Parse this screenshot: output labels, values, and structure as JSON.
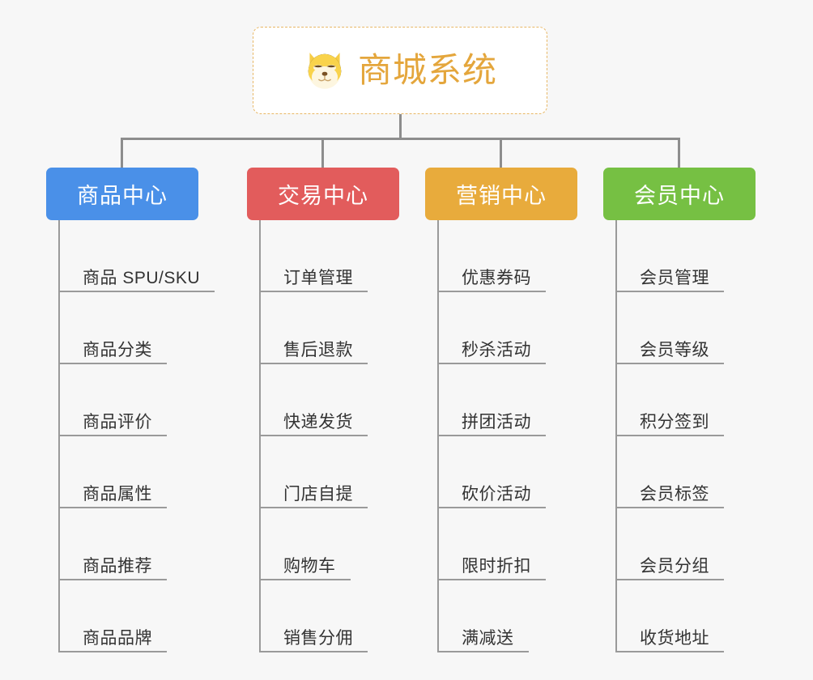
{
  "page": {
    "background_color": "#f7f7f7",
    "line_color": "#8d8d8d"
  },
  "root": {
    "icon": "dog-face-emoji",
    "title": "商城系统",
    "title_color": "#e4a63c",
    "border_color": "#e8b765"
  },
  "categories": [
    {
      "label": "商品中心",
      "color": "#4a90e8",
      "items": [
        "商品 SPU/SKU",
        "商品分类",
        "商品评价",
        "商品属性",
        "商品推荐",
        "商品品牌"
      ]
    },
    {
      "label": "交易中心",
      "color": "#e25c5c",
      "items": [
        "订单管理",
        "售后退款",
        "快递发货",
        "门店自提",
        "购物车",
        "销售分佣"
      ]
    },
    {
      "label": "营销中心",
      "color": "#e8ab3c",
      "items": [
        "优惠券码",
        "秒杀活动",
        "拼团活动",
        "砍价活动",
        "限时折扣",
        "满减送"
      ]
    },
    {
      "label": "会员中心",
      "color": "#76c043",
      "items": [
        "会员管理",
        "会员等级",
        "积分签到",
        "会员标签",
        "会员分组",
        "收货地址"
      ]
    }
  ]
}
